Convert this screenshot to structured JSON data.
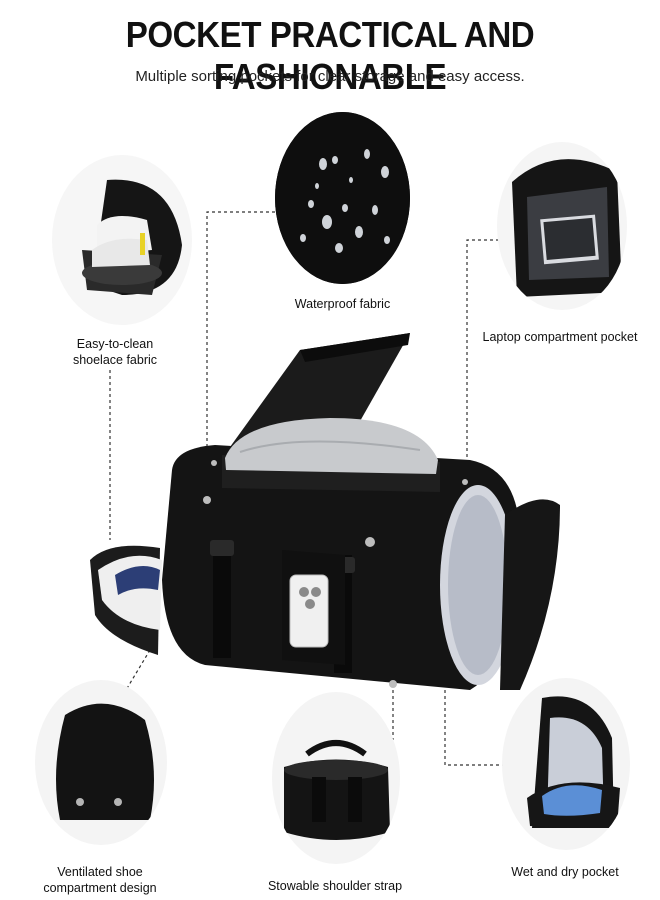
{
  "header": {
    "title": "POCKET PRACTICAL AND FASHIONABLE",
    "subtitle": "Multiple sorting pockets for clear storage and easy access."
  },
  "features": {
    "shoelace": "Easy-to-clean\nshoelace fabric",
    "waterproof": "Waterproof fabric",
    "laptop": "Laptop compartment pocket",
    "ventilated": "Ventilated shoe\ncompartment design",
    "strap": "Stowable shoulder strap",
    "wetdry": "Wet and dry pocket"
  },
  "colors": {
    "bag": "#141414",
    "lining": "#c9ccd6",
    "accent_blue": "#5b8fd6",
    "leader_line": "#333333"
  }
}
